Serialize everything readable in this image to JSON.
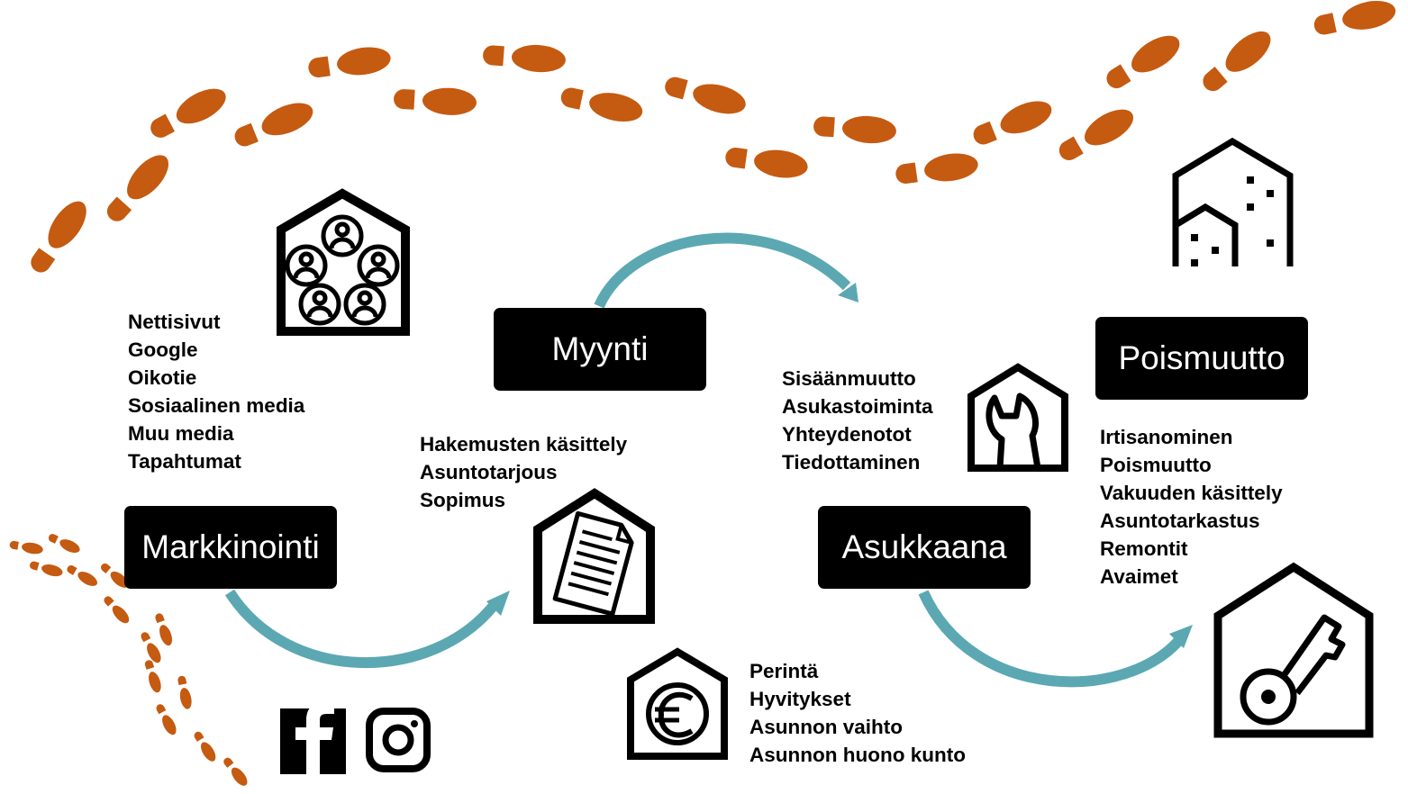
{
  "stages": {
    "markkinointi": "Markkinointi",
    "myynti": "Myynti",
    "asukkaana": "Asukkaana",
    "poismuutto": "Poismuutto"
  },
  "lists": {
    "marketing": [
      "Nettisivut",
      "Google",
      "Oikotie",
      "Sosiaalinen media",
      "Muu media",
      "Tapahtumat"
    ],
    "sales": [
      "Hakemusten käsittely",
      "Asuntotarjous",
      "Sopimus"
    ],
    "resident": [
      "Sisäänmuutto",
      "Asukastoiminta",
      "Yhteydenotot",
      "Tiedottaminen"
    ],
    "finance": [
      "Perintä",
      "Hyvitykset",
      "Asunnon vaihto",
      "Asunnon huono kunto"
    ],
    "moveout": [
      "Irtisanominen",
      "Poismuutto",
      "Vakuuden käsittely",
      "Asuntotarkastus",
      "Remontit",
      "Avaimet"
    ]
  },
  "icons": {
    "community": "community-house-icon",
    "document": "document-house-icon",
    "wrench": "wrench-house-icon",
    "euro": "euro-house-icon",
    "buildings": "buildings-icon",
    "key": "key-house-icon",
    "facebook": "facebook-icon",
    "instagram": "instagram-icon",
    "footprints": "footprints-icon",
    "arrow": "cycle-arrow-icon"
  },
  "colors": {
    "footprint": "#C55A11",
    "arrow": "#5BA8B3",
    "box": "#000000",
    "box_text": "#FFFFFF"
  }
}
